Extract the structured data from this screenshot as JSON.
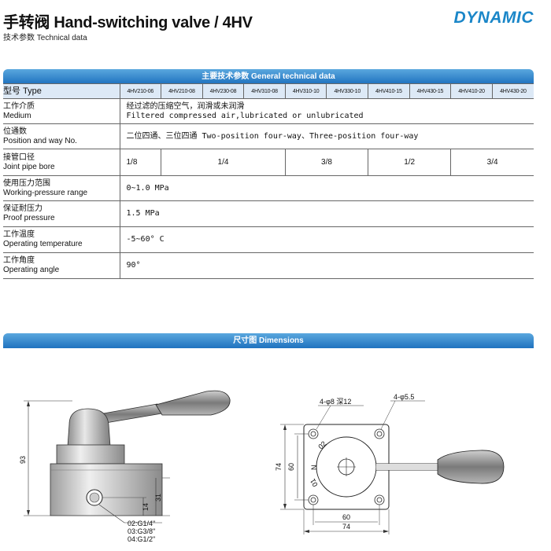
{
  "header": {
    "title": "手转阀 Hand-switching valve  / 4HV",
    "subtitle": "技术参数 Technical data",
    "brand": "DYNAMIC"
  },
  "spec": {
    "section_title": "主要技术参数 General technical data",
    "type_label": "型号 Type",
    "models": [
      "4HV210-06",
      "4HV210-08",
      "4HV230-08",
      "4HV310-08",
      "4HV310-10",
      "4HV330-10",
      "4HV410-15",
      "4HV430-15",
      "4HV410-20",
      "4HV430-20"
    ],
    "medium": {
      "cn": "工作介质",
      "en": "Medium",
      "value_cn": "经过滤的压缩空气，润滑或未润滑",
      "value_en": "Filtered compressed air,lubricated or unlubricated"
    },
    "position": {
      "cn": "位通数",
      "en": "Position and way No.",
      "value": "二位四通、三位四通 Two-position four-way、Three-position four-way"
    },
    "bore": {
      "cn": "接管口径",
      "en": "Joint pipe bore",
      "values": [
        "1/8",
        "1/4",
        "3/8",
        "1/2",
        "3/4"
      ]
    },
    "pressure": {
      "cn": "使用压力范围",
      "en": "Working-pressure range",
      "value": "0~1.0 MPa"
    },
    "proof": {
      "cn": "保证耐压力",
      "en": "Proof pressure",
      "value": "1.5 MPa"
    },
    "temperature": {
      "cn": "工作温度",
      "en": "Operating temperature",
      "value": "-5~60° C"
    },
    "angle": {
      "cn": "工作角度",
      "en": "Operating angle",
      "value": "90°"
    }
  },
  "dimensions": {
    "section_title": "尺寸图 Dimensions",
    "side": {
      "height": "93",
      "dim31": "31",
      "dim14": "14",
      "ports": [
        "02:G1/4\"",
        "03:G3/8\"",
        "04:G1/2\""
      ]
    },
    "top": {
      "hole_label_a": "4-φ8 深12",
      "hole_label_b": "4-φ5.5",
      "dim74_v": "74",
      "dim60_v": "60",
      "dim60_h": "60",
      "dim74_h": "74",
      "marks": [
        "02",
        "N",
        "01"
      ]
    }
  }
}
